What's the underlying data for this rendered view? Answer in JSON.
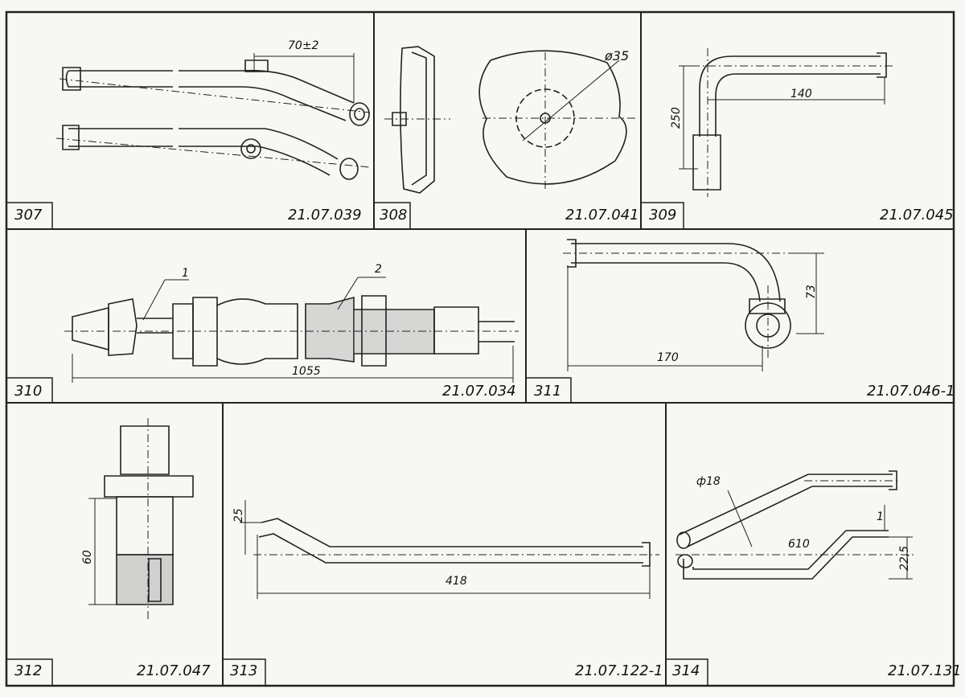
{
  "panels": [
    {
      "number": "307",
      "code": "21.07.039",
      "dims": [
        "70±2"
      ]
    },
    {
      "number": "308",
      "code": "21.07.041",
      "dims": [
        "ø35"
      ]
    },
    {
      "number": "309",
      "code": "21.07.045",
      "dims": [
        "140",
        "250"
      ]
    },
    {
      "number": "310",
      "code": "21.07.034",
      "dims": [
        "1055"
      ],
      "callouts": [
        "1",
        "2"
      ]
    },
    {
      "number": "311",
      "code": "21.07.046-1",
      "dims": [
        "170",
        "73"
      ]
    },
    {
      "number": "312",
      "code": "21.07.047",
      "dims": [
        "60"
      ]
    },
    {
      "number": "313",
      "code": "21.07.122-1",
      "dims": [
        "418",
        "25"
      ]
    },
    {
      "number": "314",
      "code": "21.07.131",
      "dims": [
        "610",
        "ф18",
        "22,5"
      ],
      "callouts": [
        "1"
      ]
    }
  ]
}
